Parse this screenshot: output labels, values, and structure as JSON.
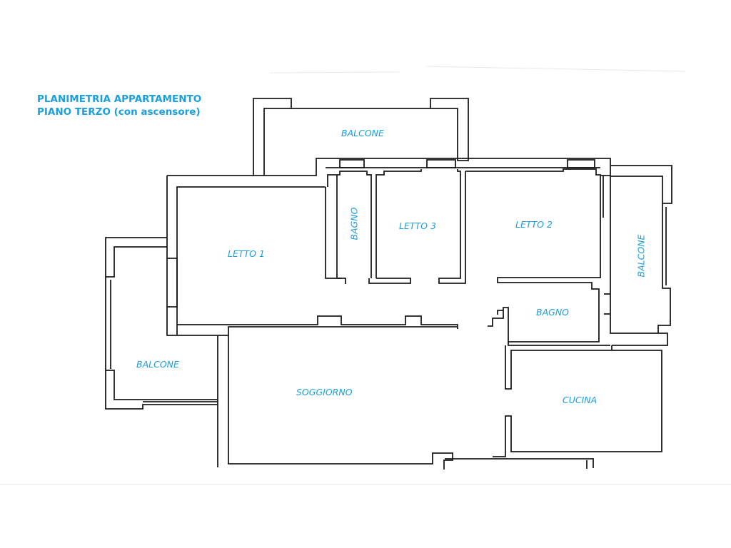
{
  "title": {
    "line1": "PLANIMETRIA APPARTAMENTO",
    "line2": "PIANO TERZO (con ascensore)"
  },
  "rooms": {
    "balcone_top": "BALCONE",
    "bagno_vertical": "BAGNO",
    "letto3": "LETTO 3",
    "letto2": "LETTO 2",
    "letto1": "LETTO 1",
    "balcone_right": "BALCONE",
    "bagno_small": "BAGNO",
    "balcone_left": "BALCONE",
    "soggiorno": "SOGGIORNO",
    "cucina": "CUCINA"
  },
  "colors": {
    "label": "#1a9fe0",
    "wall": "#1b1b1b"
  }
}
